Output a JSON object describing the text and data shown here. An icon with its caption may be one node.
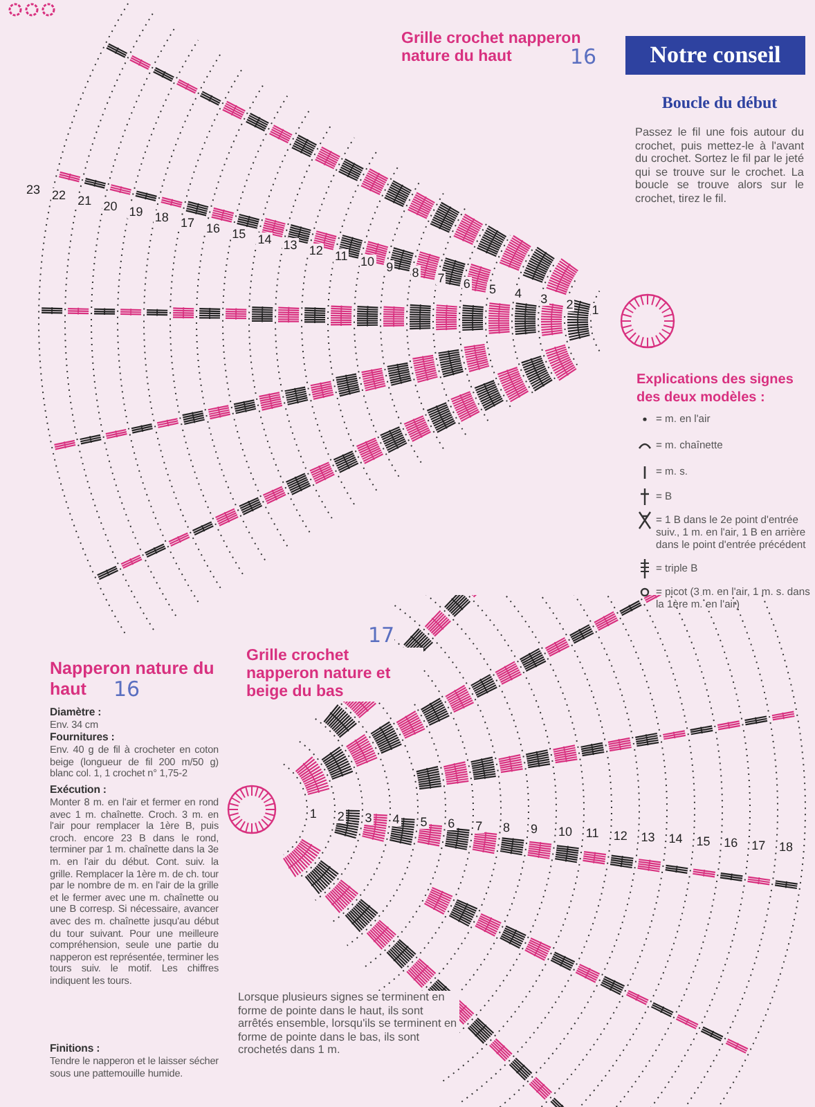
{
  "diagram": {
    "labels": [
      "Grille crochet napperon nature du haut",
      "16",
      "Notre conseil",
      "Boucle du début",
      "Passez le fil une fois autour du crochet, puis mettez-le à l'avant du crochet. Sortez le fil par le jeté qui se trouve sur le crochet. La boucle se trouve alors sur le crochet, tirez le fil.",
      "Explications des signes des deux modèles :",
      "23",
      "22",
      "21",
      "20",
      "19",
      "18",
      "17",
      "16",
      "15",
      "14",
      "13",
      "12",
      "11",
      "10",
      "9",
      "8",
      "7",
      "6",
      "5",
      "4",
      "3",
      "2",
      "1",
      "Grille crochet napperon nature et beige du bas",
      "17",
      "1",
      "2",
      "3",
      "4",
      "5",
      "6",
      "7",
      "8",
      "9",
      "10",
      "11",
      "12",
      "13",
      "14",
      "15",
      "16",
      "17",
      "18",
      "Napperon nature du haut",
      "16",
      "Diamètre :",
      "Env. 34 cm",
      "Fournitures :",
      "Env. 40 g de fil à crocheter en coton beige (longueur de fil 200 m/50 g) blanc col. 1, 1 crochet n° 1,75-2",
      "Exécution :",
      "Monter 8 m. en l'air et fermer en rond avec 1 m. chaînette. Croch. 3 m. en l'air pour remplacer la 1ère B, puis croch. encore 23 B dans le rond, terminer par 1 m. chaînette dans la 3e m. en l'air du début. Cont. suiv. la grille. Remplacer la 1ère m. de ch. tour par le nombre de m. en l'air de la grille et le fermer avec une m. chaînette ou une B corresp. Si nécessaire, avancer avec des m. chaînette jusqu'au début du tour suivant. Pour une meilleure compréhension, seule une partie du napperon est représentée, terminer les tours suiv. le motif. Les chiffres indiquent les tours.",
      "Finitions :",
      "Tendre le napperon et le laisser sécher sous une pattemouille humide.",
      "Lorsque plusieurs signes se terminent en forme de pointe dans le haut, ils sont arrêtés ensemble, lorsqu'ils se terminent en forme de pointe dans le bas, ils sont crochetés dans 1 m."
    ],
    "legend": [
      {
        "text": "= m. en l'air"
      },
      {
        "text": "= m. chaînette"
      },
      {
        "text": "= m. s."
      },
      {
        "text": "= B"
      },
      {
        "text": "= 1 B dans le 2e point d'entrée suiv., 1 m. en l'air, 1 B en arrière dans le point d'entrée précédent"
      },
      {
        "text": "= triple B"
      },
      {
        "text": "= picot (3 m. en l'air, 1 m. s. dans la 1ère m. en l'air)"
      }
    ]
  }
}
